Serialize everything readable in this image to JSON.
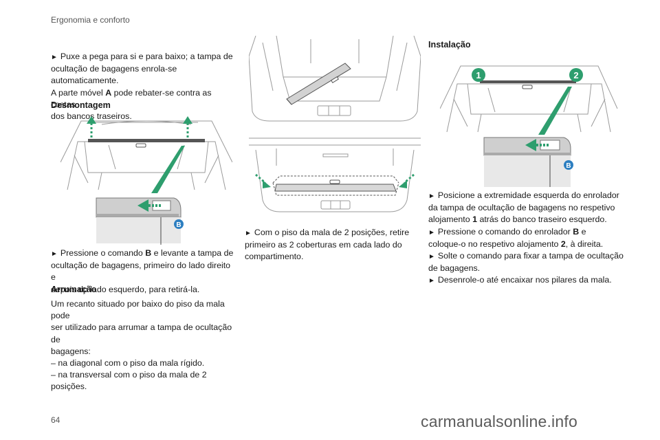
{
  "header": {
    "section": "Ergonomia e conforto"
  },
  "page_number": "64",
  "col1": {
    "intro_lines": [
      "Puxe a pega para si e para baixo; a tampa de",
      "ocultação de bagagens enrola-se automaticamente.",
      "A parte móvel",
      "A",
      "pode rebater-se contra as costas",
      "dos bancos traseiros."
    ],
    "bullet": "►",
    "desmontagem_title": "Desmontagem",
    "desmontagem_lines": [
      "Pressione o comando",
      "B",
      "e levante a tampa de",
      "ocultação de bagagens, primeiro do lado direito e",
      "depois do lado esquerdo, para retirá-la."
    ],
    "arrumacao_title": "Arrumação",
    "arrumacao_lines": [
      "Um recanto situado por baixo do piso da mala pode",
      "ser utilizado para arrumar a tampa de ocultação de",
      "bagagens:",
      "–  na diagonal com o piso da mala rígido.",
      "–  na transversal com o piso da mala de 2 posições."
    ],
    "label_b": "B"
  },
  "col2": {
    "lines": [
      "Com o piso da mala de 2 posições, retire",
      "primeiro as 2 coberturas em cada lado do",
      "compartimento."
    ]
  },
  "col3": {
    "title": "Instalação",
    "label_1": "1",
    "label_2": "2",
    "label_b": "B",
    "lines": [
      "Posicione a extremidade esquerda do enrolador",
      "da tampa de ocultação de bagagens no respetivo",
      "alojamento",
      "1",
      "atrás do banco traseiro esquerdo.",
      "Pressione o comando do enrolador",
      "B",
      "e",
      "coloque-o no respetivo alojamento",
      "2",
      ", à direita.",
      "Solte o comando para fixar a tampa de ocultação",
      "de bagagens.",
      "Desenrole-o até encaixar nos pilares da mala."
    ]
  },
  "watermark": "carmanualsonline.info",
  "colors": {
    "accent_green": "#2e9e6e",
    "line_gray": "#888888",
    "badge_blue": "#2d7fc1"
  }
}
